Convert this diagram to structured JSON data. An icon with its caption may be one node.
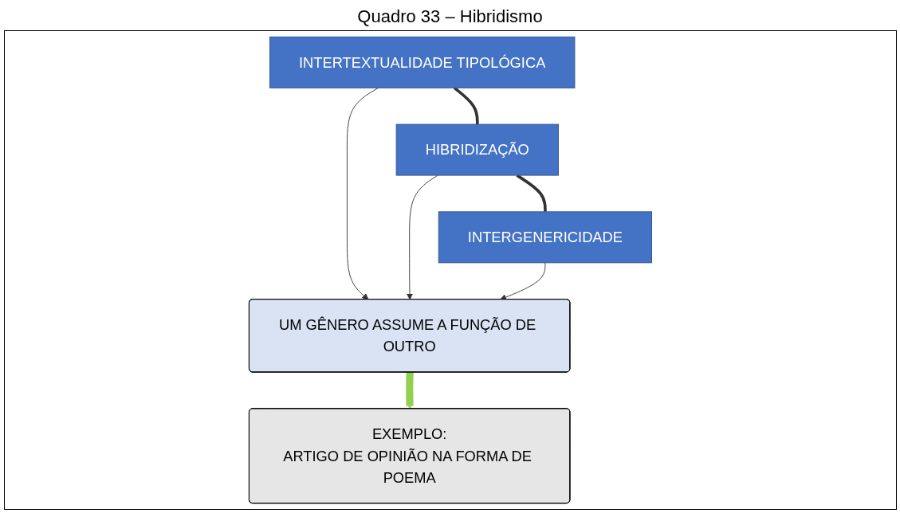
{
  "diagram": {
    "title": "Quadro 33 – Hibridismo",
    "nodes": [
      {
        "text": [
          "INTERTEXTUALIDADE TIPOLÓGICA"
        ]
      },
      {
        "text": [
          "HIBRIDIZAÇÃO"
        ]
      },
      {
        "text": [
          "INTERGENERICIDADE"
        ]
      },
      {
        "text": [
          "UM GÊNERO ASSUME A FUNÇÃO DE OUTRO"
        ]
      },
      {
        "text": [
          "EXEMPLO:",
          "ARTIGO DE OPINIÃO NA FORMA DE POEMA"
        ]
      }
    ],
    "edges": [
      {
        "from": 0,
        "to": 1,
        "arrow": "none",
        "style": "thick"
      },
      {
        "from": 1,
        "to": 2,
        "arrow": "none",
        "style": "thick"
      },
      {
        "from": 0,
        "to": 3,
        "arrow": "to"
      },
      {
        "from": 1,
        "to": 3,
        "arrow": "to"
      },
      {
        "from": 2,
        "to": 3,
        "arrow": "to"
      },
      {
        "from": 3,
        "to": 4,
        "arrow": "to",
        "style": "thick",
        "color": "#92d050"
      }
    ]
  }
}
